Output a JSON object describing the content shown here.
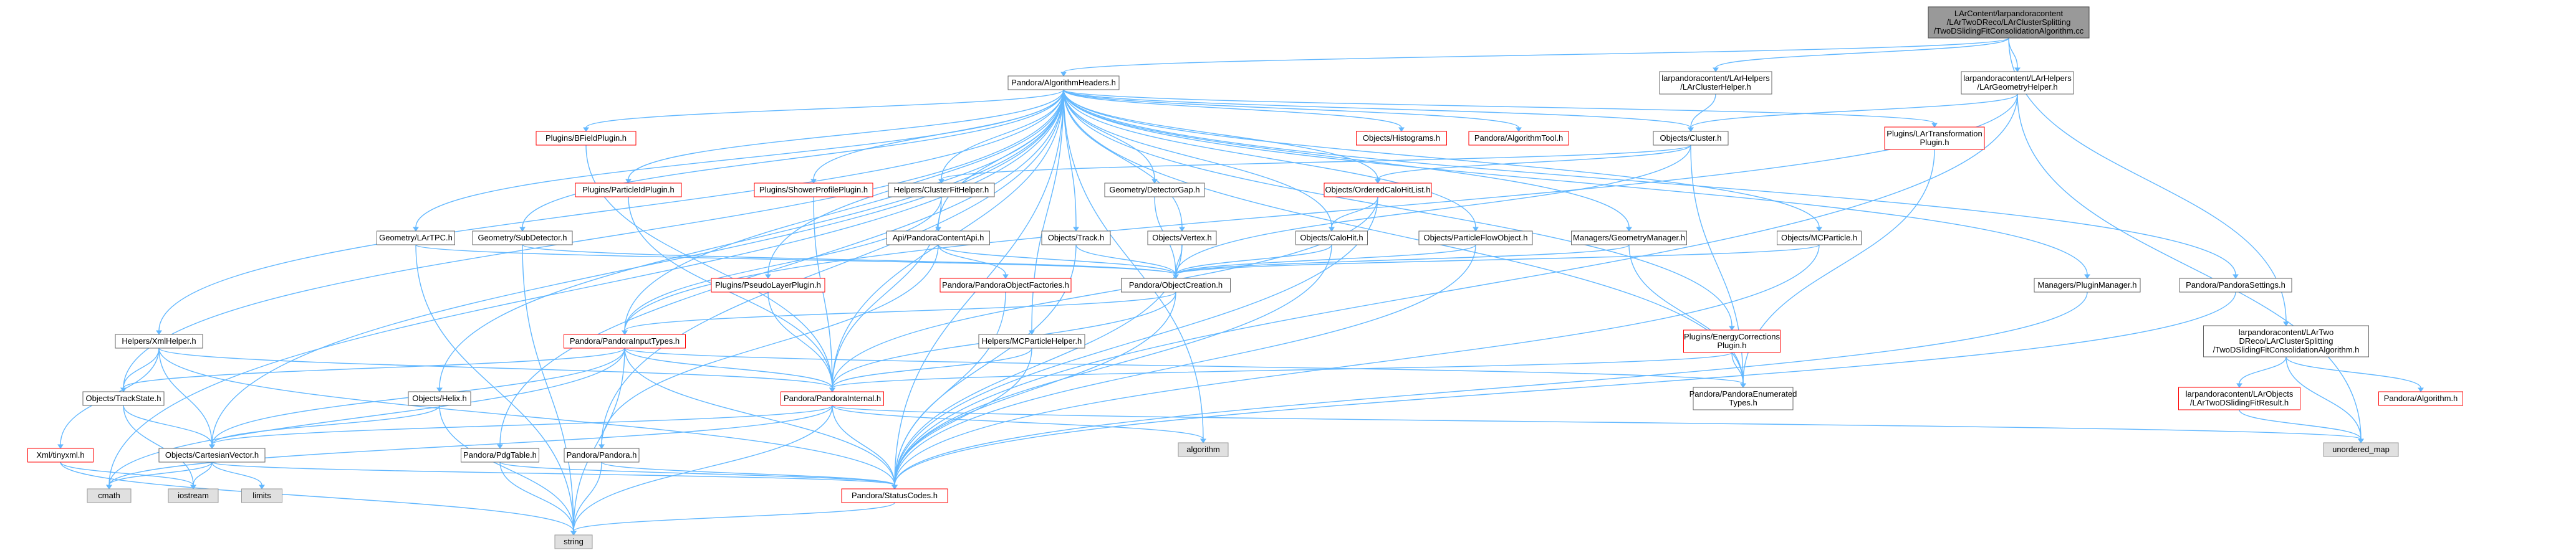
{
  "colors": {
    "edge": "#63b8ff",
    "node_fill": "#ffffff",
    "node_stroke": "#666666",
    "node_stroke_incomplete": "#ff0000",
    "root_fill": "#999999",
    "system_fill": "#e0e0e0",
    "system_stroke": "#999999"
  },
  "nodes": {
    "root": {
      "lines": [
        "LArContent/larpandoracontent",
        "/LArTwoDReco/LArClusterSplitting",
        "/TwoDSlidingFitConsolidationAlgorithm.cc"
      ]
    },
    "algorithmHeaders": {
      "lines": [
        "Pandora/AlgorithmHeaders.h"
      ]
    },
    "larClusterHelper": {
      "lines": [
        "larpandoracontent/LArHelpers",
        "/LArClusterHelper.h"
      ]
    },
    "larGeometryHelper": {
      "lines": [
        "larpandoracontent/LArHelpers",
        "/LArGeometryHelper.h"
      ]
    },
    "bFieldPlugin": {
      "lines": [
        "Plugins/BFieldPlugin.h"
      ]
    },
    "histograms": {
      "lines": [
        "Objects/Histograms.h"
      ]
    },
    "algorithmTool": {
      "lines": [
        "Pandora/AlgorithmTool.h"
      ]
    },
    "cluster": {
      "lines": [
        "Objects/Cluster.h"
      ]
    },
    "larTransformationPlugin": {
      "lines": [
        "Plugins/LArTransformation",
        "Plugin.h"
      ]
    },
    "particleIdPlugin": {
      "lines": [
        "Plugins/ParticleIdPlugin.h"
      ]
    },
    "showerProfilePlugin": {
      "lines": [
        "Plugins/ShowerProfilePlugin.h"
      ]
    },
    "clusterFitHelper": {
      "lines": [
        "Helpers/ClusterFitHelper.h"
      ]
    },
    "detectorGap": {
      "lines": [
        "Geometry/DetectorGap.h"
      ]
    },
    "orderedCaloHitList": {
      "lines": [
        "Objects/OrderedCaloHitList.h"
      ]
    },
    "larTpc": {
      "lines": [
        "Geometry/LArTPC.h"
      ]
    },
    "subDetector": {
      "lines": [
        "Geometry/SubDetector.h"
      ]
    },
    "pandoraContentApi": {
      "lines": [
        "Api/PandoraContentApi.h"
      ]
    },
    "track": {
      "lines": [
        "Objects/Track.h"
      ]
    },
    "vertex": {
      "lines": [
        "Objects/Vertex.h"
      ]
    },
    "caloHit": {
      "lines": [
        "Objects/CaloHit.h"
      ]
    },
    "pfo": {
      "lines": [
        "Objects/ParticleFlowObject.h"
      ]
    },
    "geometryManager": {
      "lines": [
        "Managers/GeometryManager.h"
      ]
    },
    "mcParticle": {
      "lines": [
        "Objects/MCParticle.h"
      ]
    },
    "pluginManager": {
      "lines": [
        "Managers/PluginManager.h"
      ]
    },
    "pandoraSettings": {
      "lines": [
        "Pandora/PandoraSettings.h"
      ]
    },
    "pseudoLayerPlugin": {
      "lines": [
        "Plugins/PseudoLayerPlugin.h"
      ]
    },
    "objectFactories": {
      "lines": [
        "Pandora/PandoraObjectFactories.h"
      ]
    },
    "objectCreation": {
      "lines": [
        "Pandora/ObjectCreation.h"
      ]
    },
    "xmlHelper": {
      "lines": [
        "Helpers/XmlHelper.h"
      ]
    },
    "inputTypes": {
      "lines": [
        "Pandora/PandoraInputTypes.h"
      ]
    },
    "mcParticleHelper": {
      "lines": [
        "Helpers/MCParticleHelper.h"
      ]
    },
    "energyCorrectionsPlugin": {
      "lines": [
        "Plugins/EnergyCorrections",
        "Plugin.h"
      ]
    },
    "consolidationHeader": {
      "lines": [
        "larpandoracontent/LArTwo",
        "DReco/LArClusterSplitting",
        "/TwoDSlidingFitConsolidationAlgorithm.h"
      ]
    },
    "trackState": {
      "lines": [
        "Objects/TrackState.h"
      ]
    },
    "helix": {
      "lines": [
        "Objects/Helix.h"
      ]
    },
    "pandoraInternal": {
      "lines": [
        "Pandora/PandoraInternal.h"
      ]
    },
    "enumeratedTypes": {
      "lines": [
        "Pandora/PandoraEnumerated",
        "Types.h"
      ]
    },
    "twoDSlidingFitResult": {
      "lines": [
        "larpandoracontent/LArObjects",
        "/LArTwoDSlidingFitResult.h"
      ]
    },
    "algorithm": {
      "lines": [
        "Pandora/Algorithm.h"
      ]
    },
    "tinyxml": {
      "lines": [
        "Xml/tinyxml.h"
      ]
    },
    "cartesianVector": {
      "lines": [
        "Objects/CartesianVector.h"
      ]
    },
    "pdgTable": {
      "lines": [
        "Pandora/PdgTable.h"
      ]
    },
    "pandora": {
      "lines": [
        "Pandora/Pandora.h"
      ]
    },
    "algorithmStd": {
      "lines": [
        "algorithm"
      ]
    },
    "unorderedMap": {
      "lines": [
        "unordered_map"
      ]
    },
    "cmath": {
      "lines": [
        "cmath"
      ]
    },
    "iostream": {
      "lines": [
        "iostream"
      ]
    },
    "limits": {
      "lines": [
        "limits"
      ]
    },
    "statusCodes": {
      "lines": [
        "Pandora/StatusCodes.h"
      ]
    },
    "string": {
      "lines": [
        "string"
      ]
    }
  }
}
